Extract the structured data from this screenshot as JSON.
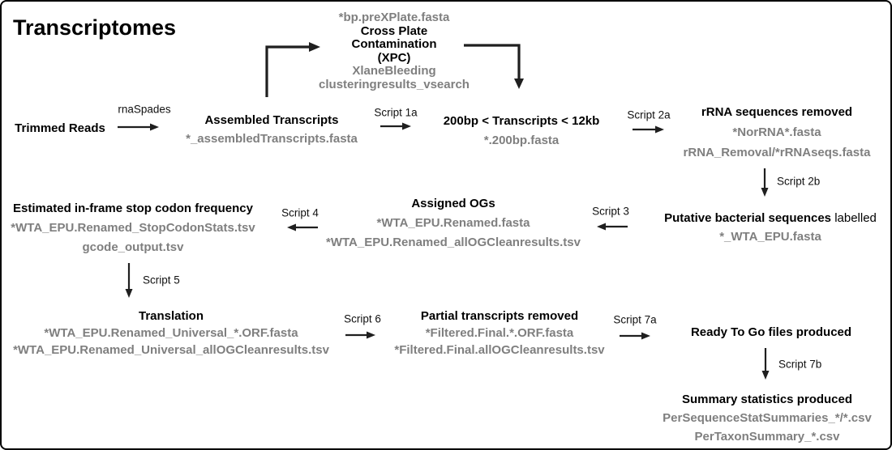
{
  "title": "Transcriptomes",
  "colors": {
    "background": "#ffffff",
    "border": "#000000",
    "heading": "#000000",
    "node_title": "#000000",
    "file_text": "#7f7f7f",
    "arrow": "#1f1f1f",
    "label_text": "#111111"
  },
  "nodes": {
    "trimmed_reads": {
      "title": "Trimmed Reads"
    },
    "assembled": {
      "title": "Assembled Transcripts",
      "file1": "*_assembledTranscripts.fasta"
    },
    "xpc": {
      "input_file": "*bp.preXPlate.fasta",
      "title_line1": "Cross Plate",
      "title_line2": "Contamination",
      "title_line3": "(XPC)",
      "file1": "XlaneBleeding",
      "file2": "clusteringresults_vsearch"
    },
    "size_filter": {
      "title": "200bp < Transcripts < 12kb",
      "file1": "*.200bp.fasta"
    },
    "rrna_removed": {
      "title": "rRNA sequences removed",
      "file1": "*NorRNA*.fasta",
      "file2": "rRNA_Removal/*rRNAseqs.fasta"
    },
    "bacterial_labelled": {
      "title_bold": "Putative bacterial sequences",
      "title_regular": "labelled",
      "file1": "*_WTA_EPU.fasta"
    },
    "assigned_ogs": {
      "title": "Assigned OGs",
      "file1": "*WTA_EPU.Renamed.fasta",
      "file2": "*WTA_EPU.Renamed_allOGCleanresults.tsv"
    },
    "stop_codon": {
      "title": "Estimated in-frame stop codon frequency",
      "file1": "*WTA_EPU.Renamed_StopCodonStats.tsv",
      "file2": "gcode_output.tsv"
    },
    "translation": {
      "title": "Translation",
      "file1": "*WTA_EPU.Renamed_Universal_*.ORF.fasta",
      "file2": "*WTA_EPU.Renamed_Universal_allOGCleanresults.tsv"
    },
    "partial_removed": {
      "title": "Partial transcripts removed",
      "file1": "*Filtered.Final.*.ORF.fasta",
      "file2": "*Filtered.Final.allOGCleanresults.tsv"
    },
    "ready_to_go": {
      "title": "Ready To Go files produced"
    },
    "summary_stats": {
      "title": "Summary statistics produced",
      "file1": "PerSequenceStatSummaries_*/*.csv",
      "file2": "PerTaxonSummary_*.csv"
    }
  },
  "edges": {
    "rnaspades": "rnaSpades",
    "script_1a": "Script 1a",
    "script_2a": "Script 2a",
    "script_2b": "Script 2b",
    "script_3": "Script 3",
    "script_4": "Script 4",
    "script_5": "Script 5",
    "script_6": "Script 6",
    "script_7a": "Script 7a",
    "script_7b": "Script 7b"
  }
}
